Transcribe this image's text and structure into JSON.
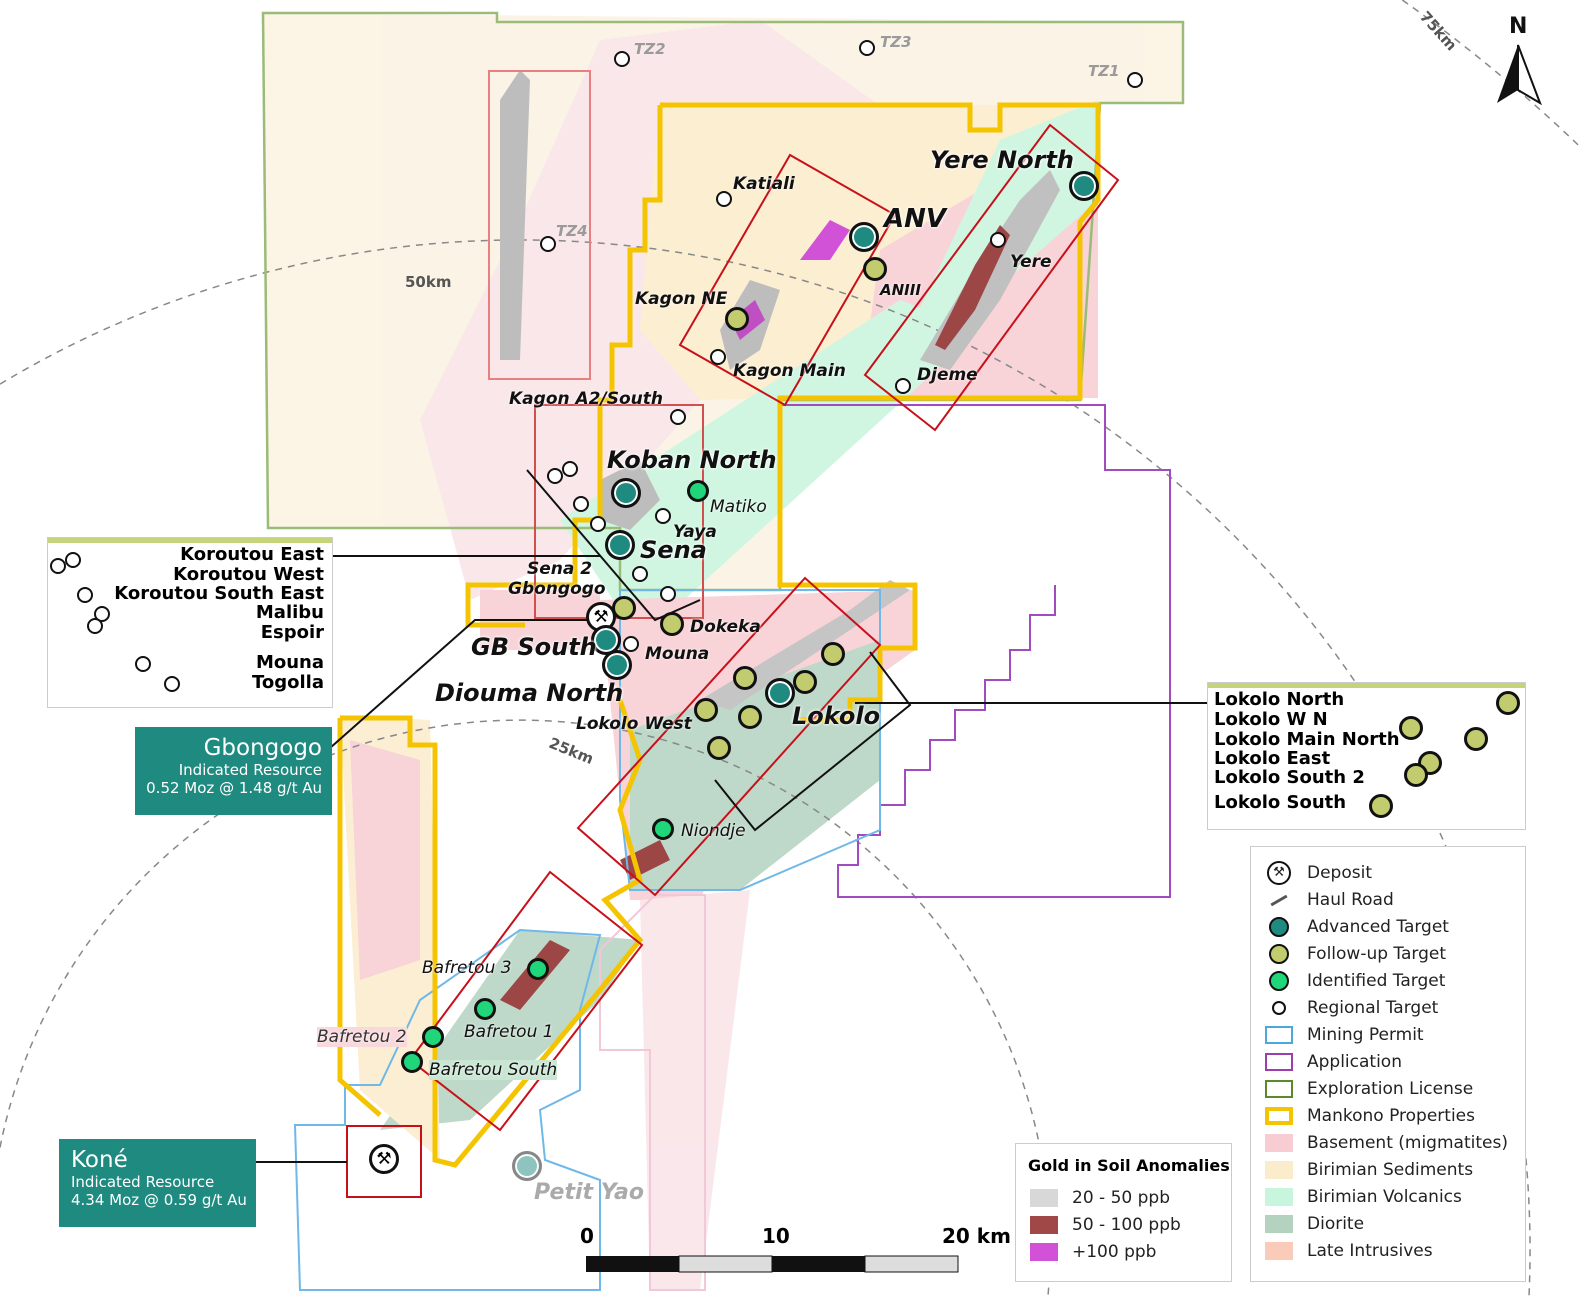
{
  "north_label": "N",
  "distance_rings": [
    "25km",
    "50km",
    "75km"
  ],
  "regions": {
    "tz": [
      "TZ1",
      "TZ2",
      "TZ3",
      "TZ4"
    ]
  },
  "targets": {
    "yere_north": "Yere North",
    "anv": "ANV",
    "katiali": "Katiali",
    "yere": "Yere",
    "aniii": "ANIII",
    "kagon_ne": "Kagon NE",
    "kagon_main": "Kagon Main",
    "djeme": "Djeme",
    "kagon_a2": "Kagon A2/South",
    "koban_north": "Koban North",
    "matiko": "Matiko",
    "yaya": "Yaya",
    "sena": "Sena",
    "sena2": "Sena 2",
    "gbongogo": "Gbongogo",
    "dokeka": "Dokeka",
    "gb_south": "GB South",
    "mouna": "Mouna",
    "diouma_north": "Diouma North",
    "lokolo_west": "Lokolo West",
    "lokolo": "Lokolo",
    "niondje": "Niondje",
    "bafretou3": "Bafretou 3",
    "bafretou1": "Bafretou 1",
    "bafretou2": "Bafretou 2",
    "bafretou_south": "Bafretou South",
    "petit_yao": "Petit Yao"
  },
  "west_callout": [
    "Koroutou East",
    "Koroutou West",
    "Koroutou South East",
    "Malibu",
    "Espoir",
    "Mouna",
    "Togolla"
  ],
  "east_callout": [
    "Lokolo North",
    "Lokolo W N",
    "Lokolo Main North",
    "Lokolo East",
    "Lokolo South 2",
    "Lokolo South"
  ],
  "resources": [
    {
      "name": "Gbongogo",
      "type": "Indicated Resource",
      "value": "0.52 Moz @ 1.48 g/t Au"
    },
    {
      "name": "Koné",
      "type": "Indicated Resource",
      "value": "4.34 Moz @ 0.59 g/t Au"
    }
  ],
  "legend": [
    {
      "label": "Deposit",
      "icon": "deposit-icon"
    },
    {
      "label": "Haul Road",
      "icon": "haul-road-icon"
    },
    {
      "label": "Advanced Target",
      "color": "#1f8a80"
    },
    {
      "label": "Follow-up Target",
      "color": "#c2cc6e"
    },
    {
      "label": "Identified Target",
      "color": "#1fd67a"
    },
    {
      "label": "Regional Target",
      "color": "#ffffff"
    },
    {
      "label": "Mining Permit",
      "color": "#4aa8e0"
    },
    {
      "label": "Application",
      "color": "#9b3fb0"
    },
    {
      "label": "Exploration License",
      "color": "#5a8a2a"
    },
    {
      "label": "Mankono Properties",
      "color": "#f5c400"
    },
    {
      "label": "Basement (migmatites)",
      "color": "#f7ccd2"
    },
    {
      "label": "Birimian Sediments",
      "color": "#fbeccb"
    },
    {
      "label": "Birimian Volcanics",
      "color": "#c8f5dd"
    },
    {
      "label": "Diorite",
      "color": "#b3d2c0"
    },
    {
      "label": "Late Intrusives",
      "color": "#f9cbb8"
    }
  ],
  "soil_legend": {
    "title": "Gold in Soil Anomalies",
    "items": [
      {
        "label": "20 - 50 ppb",
        "color": "#d8d8d8"
      },
      {
        "label": "50 - 100 ppb",
        "color": "#a04848"
      },
      {
        "label": "+100 ppb",
        "color": "#d152d6"
      }
    ]
  },
  "scale_bar": {
    "ticks": [
      "0",
      "10",
      "20 km"
    ]
  }
}
